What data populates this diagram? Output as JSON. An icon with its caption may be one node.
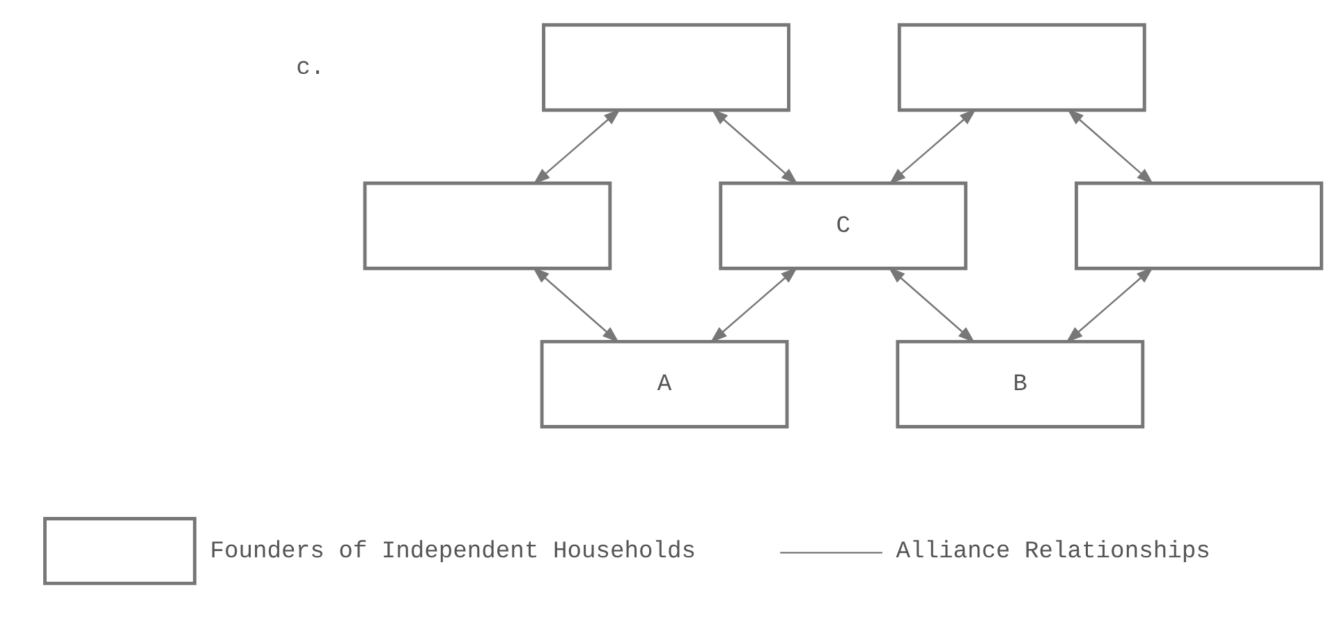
{
  "diagram": {
    "nodes": [
      {
        "text": [],
        "shape": "box"
      },
      {
        "text": [],
        "shape": "box"
      },
      {
        "text": [],
        "shape": "box"
      },
      {
        "text": [
          "C"
        ]
      },
      {
        "text": [],
        "shape": "box"
      },
      {
        "text": [
          "A"
        ]
      },
      {
        "text": [
          "B"
        ]
      }
    ],
    "edges": [
      {
        "from": 0,
        "to": 2,
        "arrow": "both"
      },
      {
        "from": 0,
        "to": 3,
        "arrow": "both"
      },
      {
        "from": 3,
        "to": 1,
        "arrow": "both"
      },
      {
        "from": 1,
        "to": 4,
        "arrow": "both"
      },
      {
        "from": 2,
        "to": 5,
        "arrow": "both"
      },
      {
        "from": 5,
        "to": 3,
        "arrow": "both"
      },
      {
        "from": 3,
        "to": 6,
        "arrow": "both"
      },
      {
        "from": 6,
        "to": 4,
        "arrow": "both"
      }
    ],
    "labels": [
      "c."
    ],
    "legend": [
      {
        "text": "Founders of Independent Households"
      },
      {
        "text": "Alliance Relationships"
      }
    ]
  }
}
